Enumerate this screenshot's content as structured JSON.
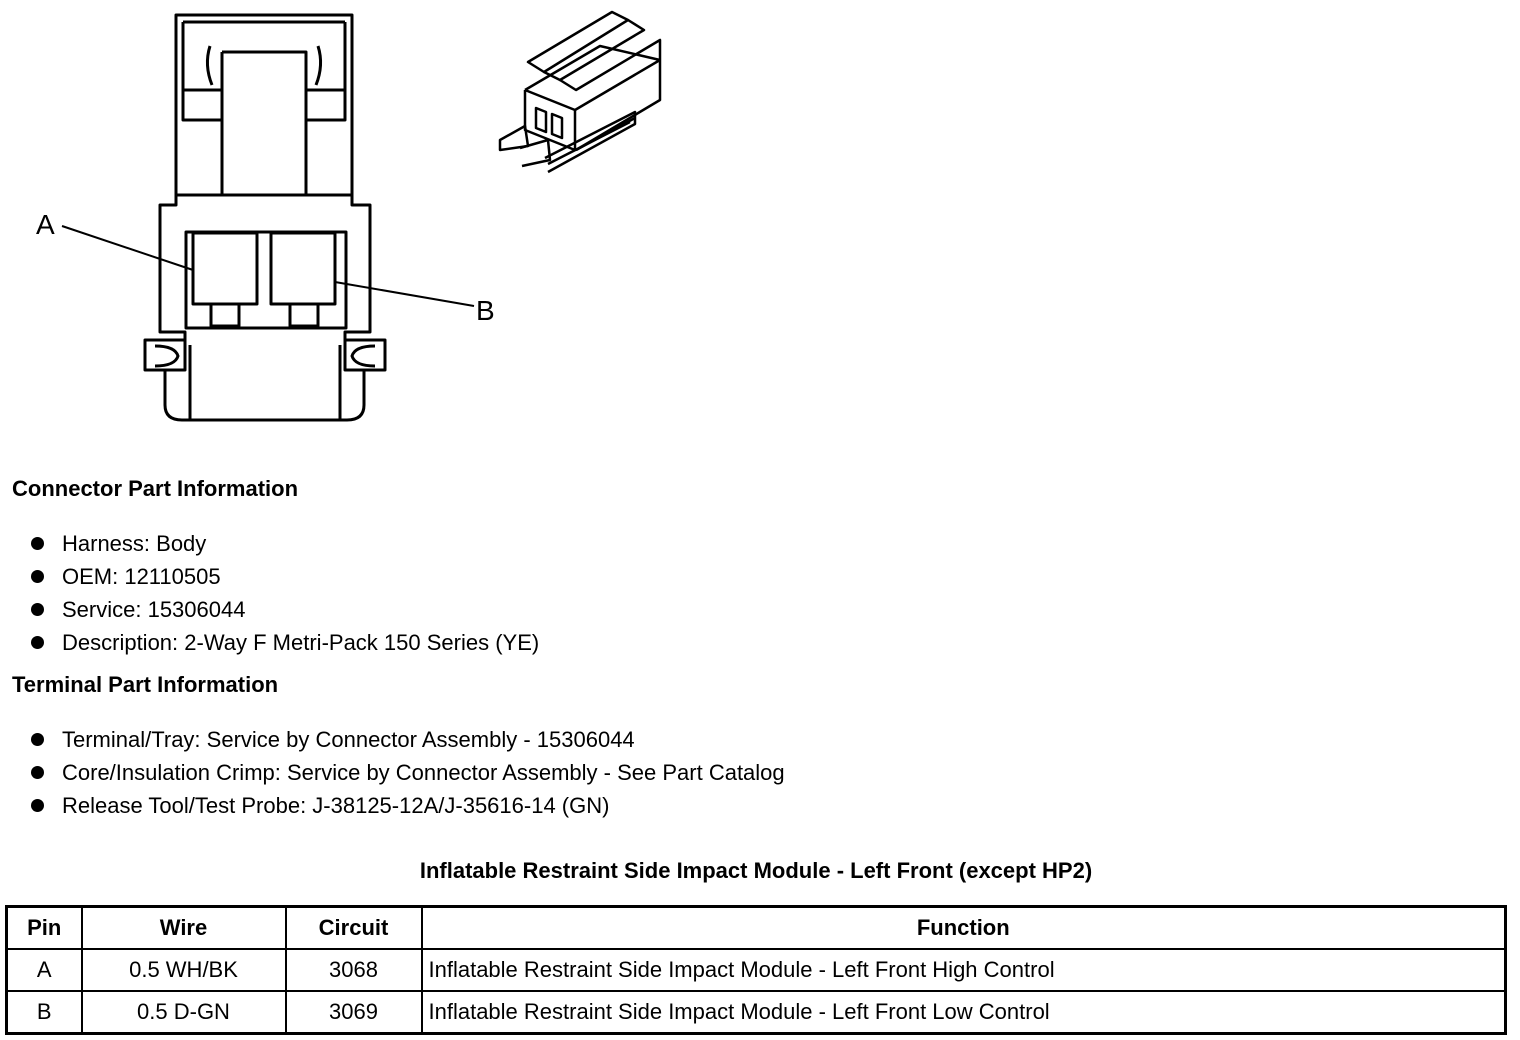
{
  "diagram": {
    "label_a": "A",
    "label_b": "B"
  },
  "connector_info": {
    "heading": "Connector Part Information",
    "items": [
      "Harness: Body",
      "OEM: 12110505",
      "Service: 15306044",
      "Description: 2-Way F Metri-Pack 150 Series (YE)"
    ]
  },
  "terminal_info": {
    "heading": "Terminal Part Information",
    "items": [
      "Terminal/Tray: Service by Connector Assembly - 15306044",
      "Core/Insulation Crimp: Service by Connector Assembly - See Part Catalog",
      "Release Tool/Test Probe: J-38125-12A/J-35616-14 (GN)"
    ]
  },
  "pin_table": {
    "title": "Inflatable Restraint Side Impact Module - Left Front (except HP2)",
    "headers": [
      "Pin",
      "Wire",
      "Circuit",
      "Function"
    ],
    "rows": [
      [
        "A",
        "0.5 WH/BK",
        "3068",
        "Inflatable Restraint Side Impact Module - Left Front High Control"
      ],
      [
        "B",
        "0.5 D-GN",
        "3069",
        "Inflatable Restraint Side Impact Module - Left Front Low Control"
      ]
    ]
  }
}
